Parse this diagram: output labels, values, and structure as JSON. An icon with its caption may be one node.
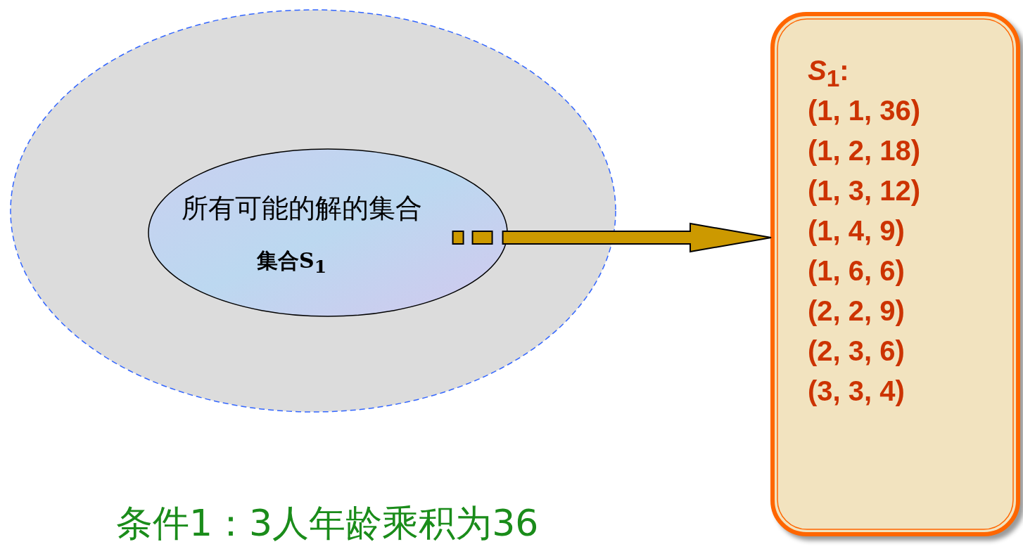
{
  "diagram": {
    "caption": "条件1：3人年龄乘积为36",
    "nodes": [
      {
        "text": [],
        "shape": "ellipse"
      },
      {
        "text": [
          "所有可能的解的集合",
          "集合S$_{1}$"
        ],
        "in": 0
      },
      {
        "text": [
          "*S*$_{1}$:",
          "(1, 1, 36)",
          "(1, 2, 18)",
          "(1, 3, 12)",
          "(1, 4, 9)",
          "(1, 6, 6)",
          "(2, 2, 9)",
          "(2, 3, 6)",
          "(3, 3, 4)"
        ]
      }
    ],
    "edges": [
      {
        "from": 1,
        "to": 2,
        "arrow": "to",
        "style": "thick",
        "color": "#cc9900"
      }
    ]
  }
}
